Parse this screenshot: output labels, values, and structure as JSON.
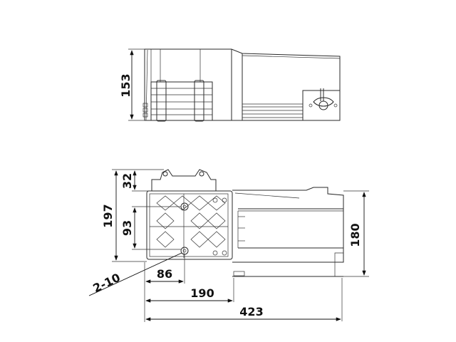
{
  "drawing": {
    "type": "technical-dimension-drawing",
    "views": [
      "side-view",
      "top-view"
    ],
    "units": "mm"
  },
  "side_view": {
    "height_label": "153"
  },
  "top_view": {
    "dims": {
      "top_bracket": "32",
      "overall_depth": "197",
      "hole_spacing": "93",
      "body_height": "180",
      "hole_callout": "2-10",
      "hole_offset": "86",
      "base_width": "190",
      "overall_length": "423"
    }
  },
  "colors": {
    "line": "#2a2a2a",
    "background": "#ffffff"
  }
}
